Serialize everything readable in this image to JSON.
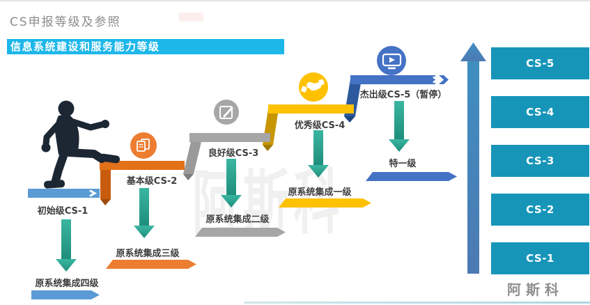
{
  "header": {
    "title": "CS申报等级及参照",
    "banner": "信息系统建设和服务能力等级"
  },
  "stairs": {
    "steps": [
      {
        "label": "初始级CS-1",
        "color": "#5b9bd5",
        "icon": null
      },
      {
        "label": "基本级CS-2",
        "color": "#e2711a",
        "icon": "documents-icon"
      },
      {
        "label": "良好级CS-3",
        "color": "#a6a6a6",
        "icon": "edit-icon"
      },
      {
        "label": "优秀级CS-4",
        "color": "#fdc100",
        "icon": "handshake-icon"
      },
      {
        "label": "杰出级CS-5（暂停）",
        "color": "#4472c4",
        "icon": "video-icon"
      }
    ],
    "legacy_levels": [
      {
        "label": "原系统集成四级",
        "color": "#5b9bd5"
      },
      {
        "label": "原系统集成三级",
        "color": "#ed7d31"
      },
      {
        "label": "原系统集成二级",
        "color": "#a6a6a6"
      },
      {
        "label": "原系统集成一级",
        "color": "#fdc100"
      },
      {
        "label": "特一级",
        "color": "#4472c4"
      }
    ]
  },
  "cs_scale": {
    "items": [
      {
        "label": "CS-5"
      },
      {
        "label": "CS-4"
      },
      {
        "label": "CS-3"
      },
      {
        "label": "CS-2"
      },
      {
        "label": "CS-1"
      }
    ],
    "box_color": "#1695b9"
  },
  "watermark": {
    "center": "阿斯科"
  },
  "brand": {
    "footer": "阿斯科"
  },
  "icons": {
    "documents-icon": "overlapping pages glyph in orange circle",
    "edit-icon": "pencil on square glyph in gray circle",
    "handshake-icon": "handshake glyph in yellow circle",
    "video-icon": "monitor with play button glyph in blue circle",
    "climbing-person-icon": "black silhouette climbing stairs",
    "up-arrow-icon": "large blue ascending arrow",
    "down-arrow-icon": "teal downward mapping arrows"
  },
  "colors": {
    "banner_cyan": "#1db7ea",
    "cs_box_teal": "#1695b9",
    "step1_blue": "#5b9bd5",
    "step2_orange": "#e2711a",
    "step3_gray": "#a6a6a6",
    "step4_yellow": "#fdc100",
    "step5_blue": "#4472c4",
    "legacy_orange": "#ed7d31",
    "teal_arrow": "#2aa292",
    "big_arrow_blue": "#4a7db8",
    "title_gray": "#8c8c8c"
  }
}
